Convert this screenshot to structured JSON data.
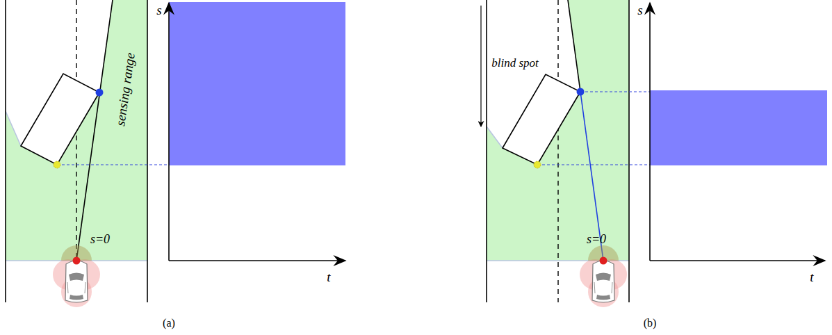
{
  "diagram": {
    "labels": [
      "sensing range",
      "s",
      "s=0",
      "t",
      "(a)",
      "blind spot",
      "s",
      "s=0",
      "t",
      "(b)"
    ]
  }
}
